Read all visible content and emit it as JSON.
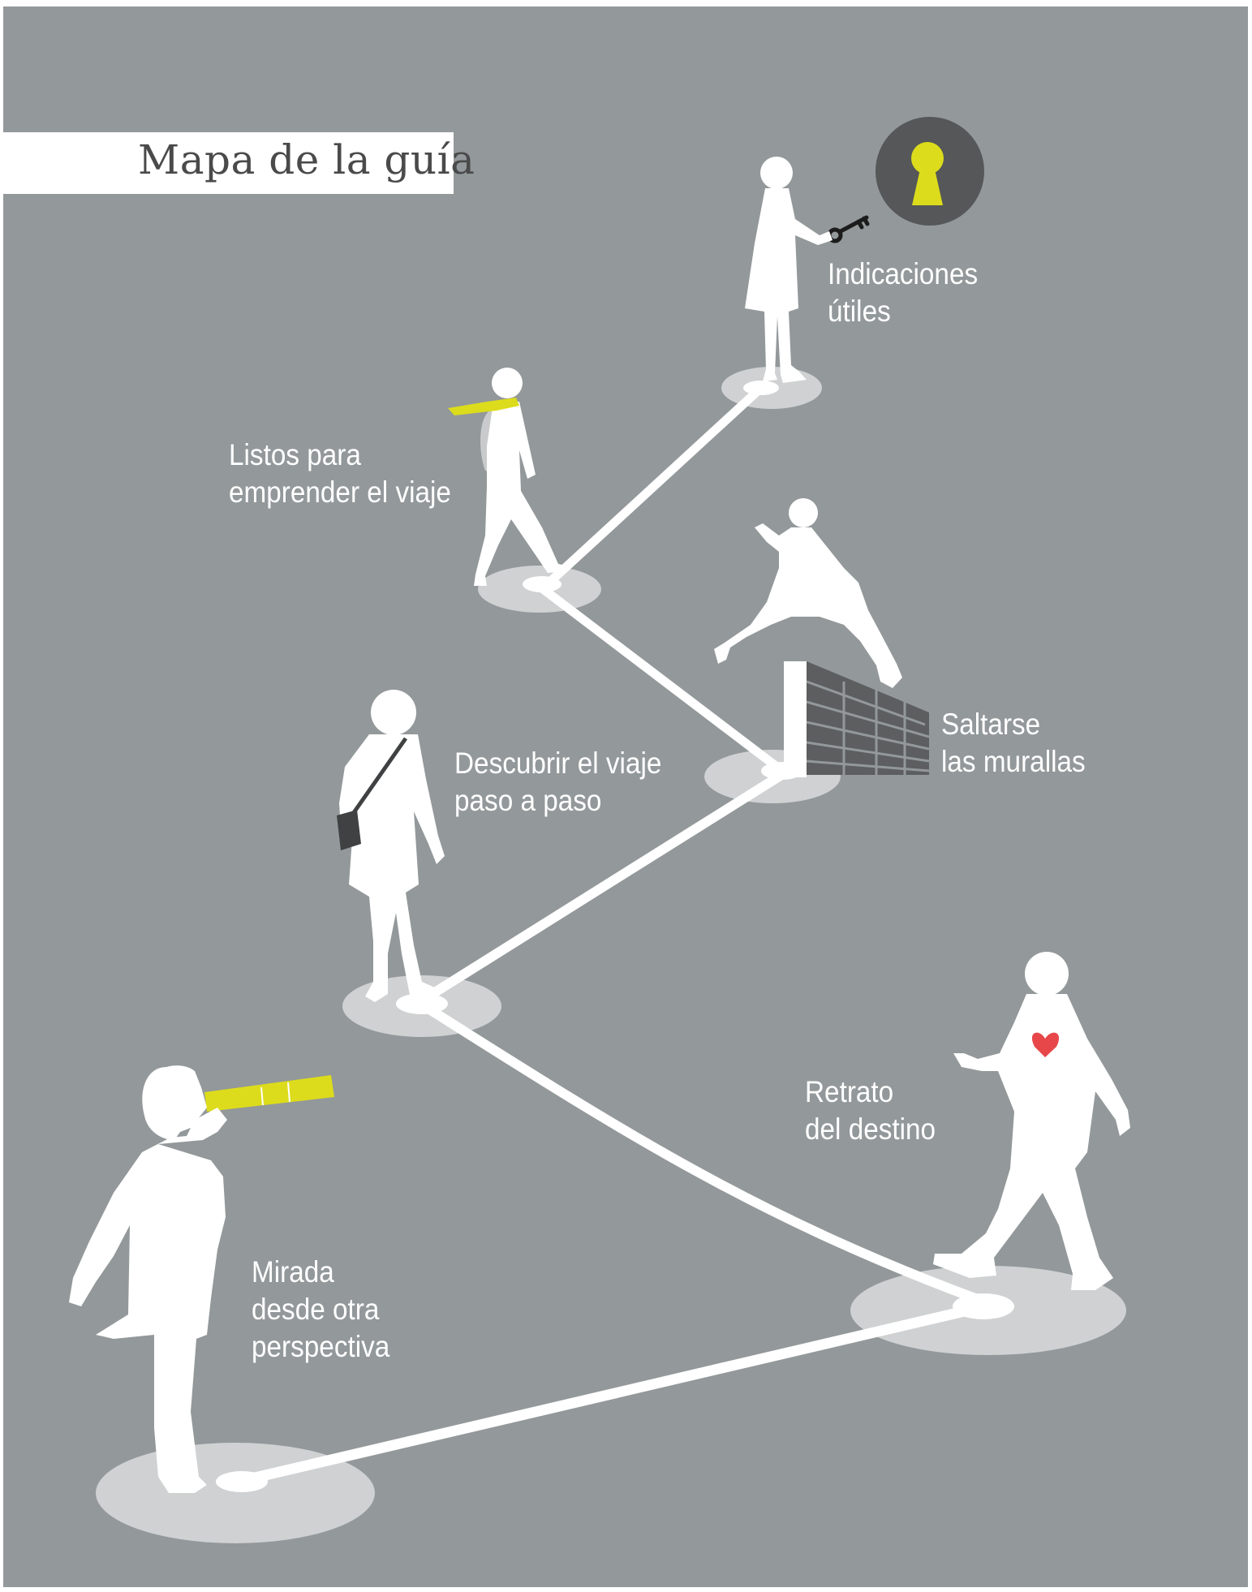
{
  "title": "Mapa de la guía",
  "colors": {
    "background": "#93989a",
    "figure": "#ffffff",
    "path": "#ffffff",
    "spot": "#cfd1d2",
    "accent_yellow": "#dcdc1c",
    "lock_circle": "#555758",
    "brick": "#5c5e60",
    "heart": "#e8474a",
    "title_text": "#4a4a4a"
  },
  "stops": [
    {
      "id": "indicaciones",
      "lines": [
        "Indicaciones",
        "útiles"
      ],
      "icon": "keyhole-icon"
    },
    {
      "id": "listos",
      "lines": [
        "Listos para",
        "emprender el viaje"
      ],
      "icon": "scarf-icon"
    },
    {
      "id": "saltarse",
      "lines": [
        "Saltarse",
        "las murallas"
      ],
      "icon": "brick-wall-icon"
    },
    {
      "id": "descubrir",
      "lines": [
        "Descubrir el viaje",
        "paso a paso"
      ],
      "icon": "shoulder-bag-icon"
    },
    {
      "id": "retrato",
      "lines": [
        "Retrato",
        "del destino"
      ],
      "icon": "heart-icon"
    },
    {
      "id": "mirada",
      "lines": [
        "Mirada",
        "desde otra",
        "perspectiva"
      ],
      "icon": "telescope-icon"
    }
  ]
}
